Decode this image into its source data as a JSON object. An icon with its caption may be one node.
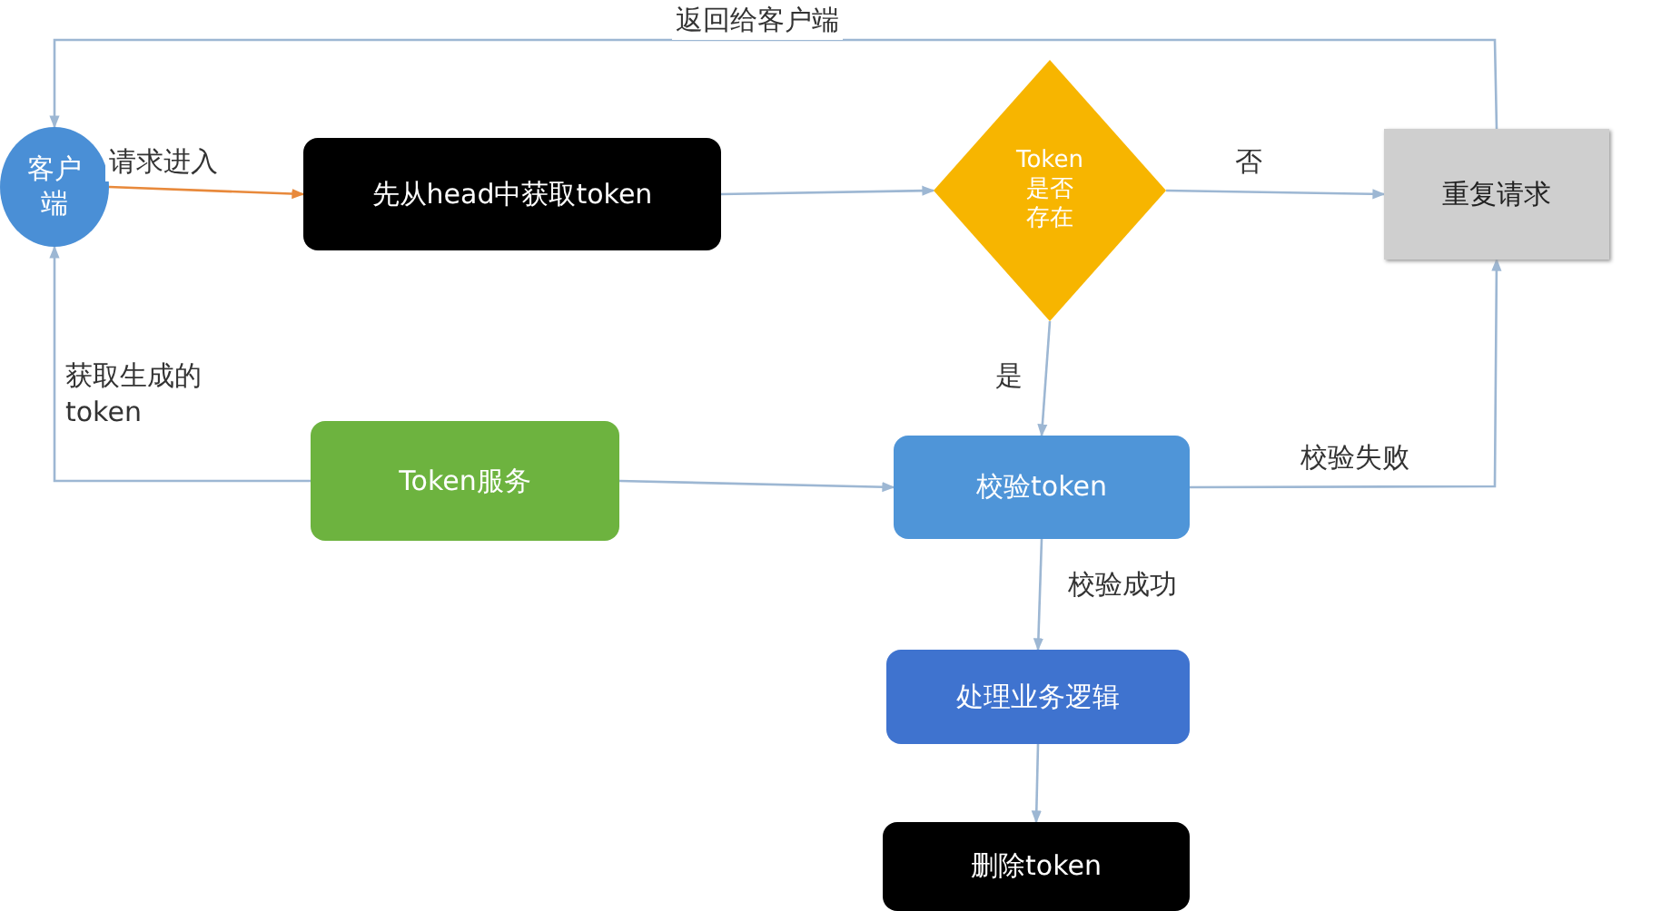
{
  "diagram": {
    "nodes": [
      {
        "text": [
          "客户端"
        ]
      },
      {
        "text": [
          "先从head中获取token"
        ]
      },
      {
        "text": [
          "Token是否存在"
        ]
      },
      {
        "text": [
          "重复请求"
        ]
      },
      {
        "text": [
          "Token服务"
        ]
      },
      {
        "text": [
          "校验token"
        ]
      },
      {
        "text": [
          "处理业务逻辑"
        ]
      },
      {
        "text": [
          "删除token"
        ]
      }
    ],
    "edges": [
      {
        "from": 0,
        "to": 1,
        "arrow": "to",
        "label": "请求进入",
        "color": "#e8893b"
      },
      {
        "from": 1,
        "to": 2,
        "arrow": "to"
      },
      {
        "from": 2,
        "to": 3,
        "arrow": "to",
        "label": "否"
      },
      {
        "from": 2,
        "to": 5,
        "arrow": "to",
        "label": "是"
      },
      {
        "from": 3,
        "to": 0,
        "arrow": "to",
        "label": "返回给客户端"
      },
      {
        "from": 4,
        "to": 0,
        "arrow": "to",
        "label": "获取生成的token"
      },
      {
        "from": 4,
        "to": 5,
        "arrow": "to"
      },
      {
        "from": 5,
        "to": 3,
        "arrow": "to",
        "label": "校验失败"
      },
      {
        "from": 5,
        "to": 6,
        "arrow": "to",
        "label": "校验成功"
      },
      {
        "from": 6,
        "to": 7,
        "arrow": "to"
      }
    ]
  }
}
